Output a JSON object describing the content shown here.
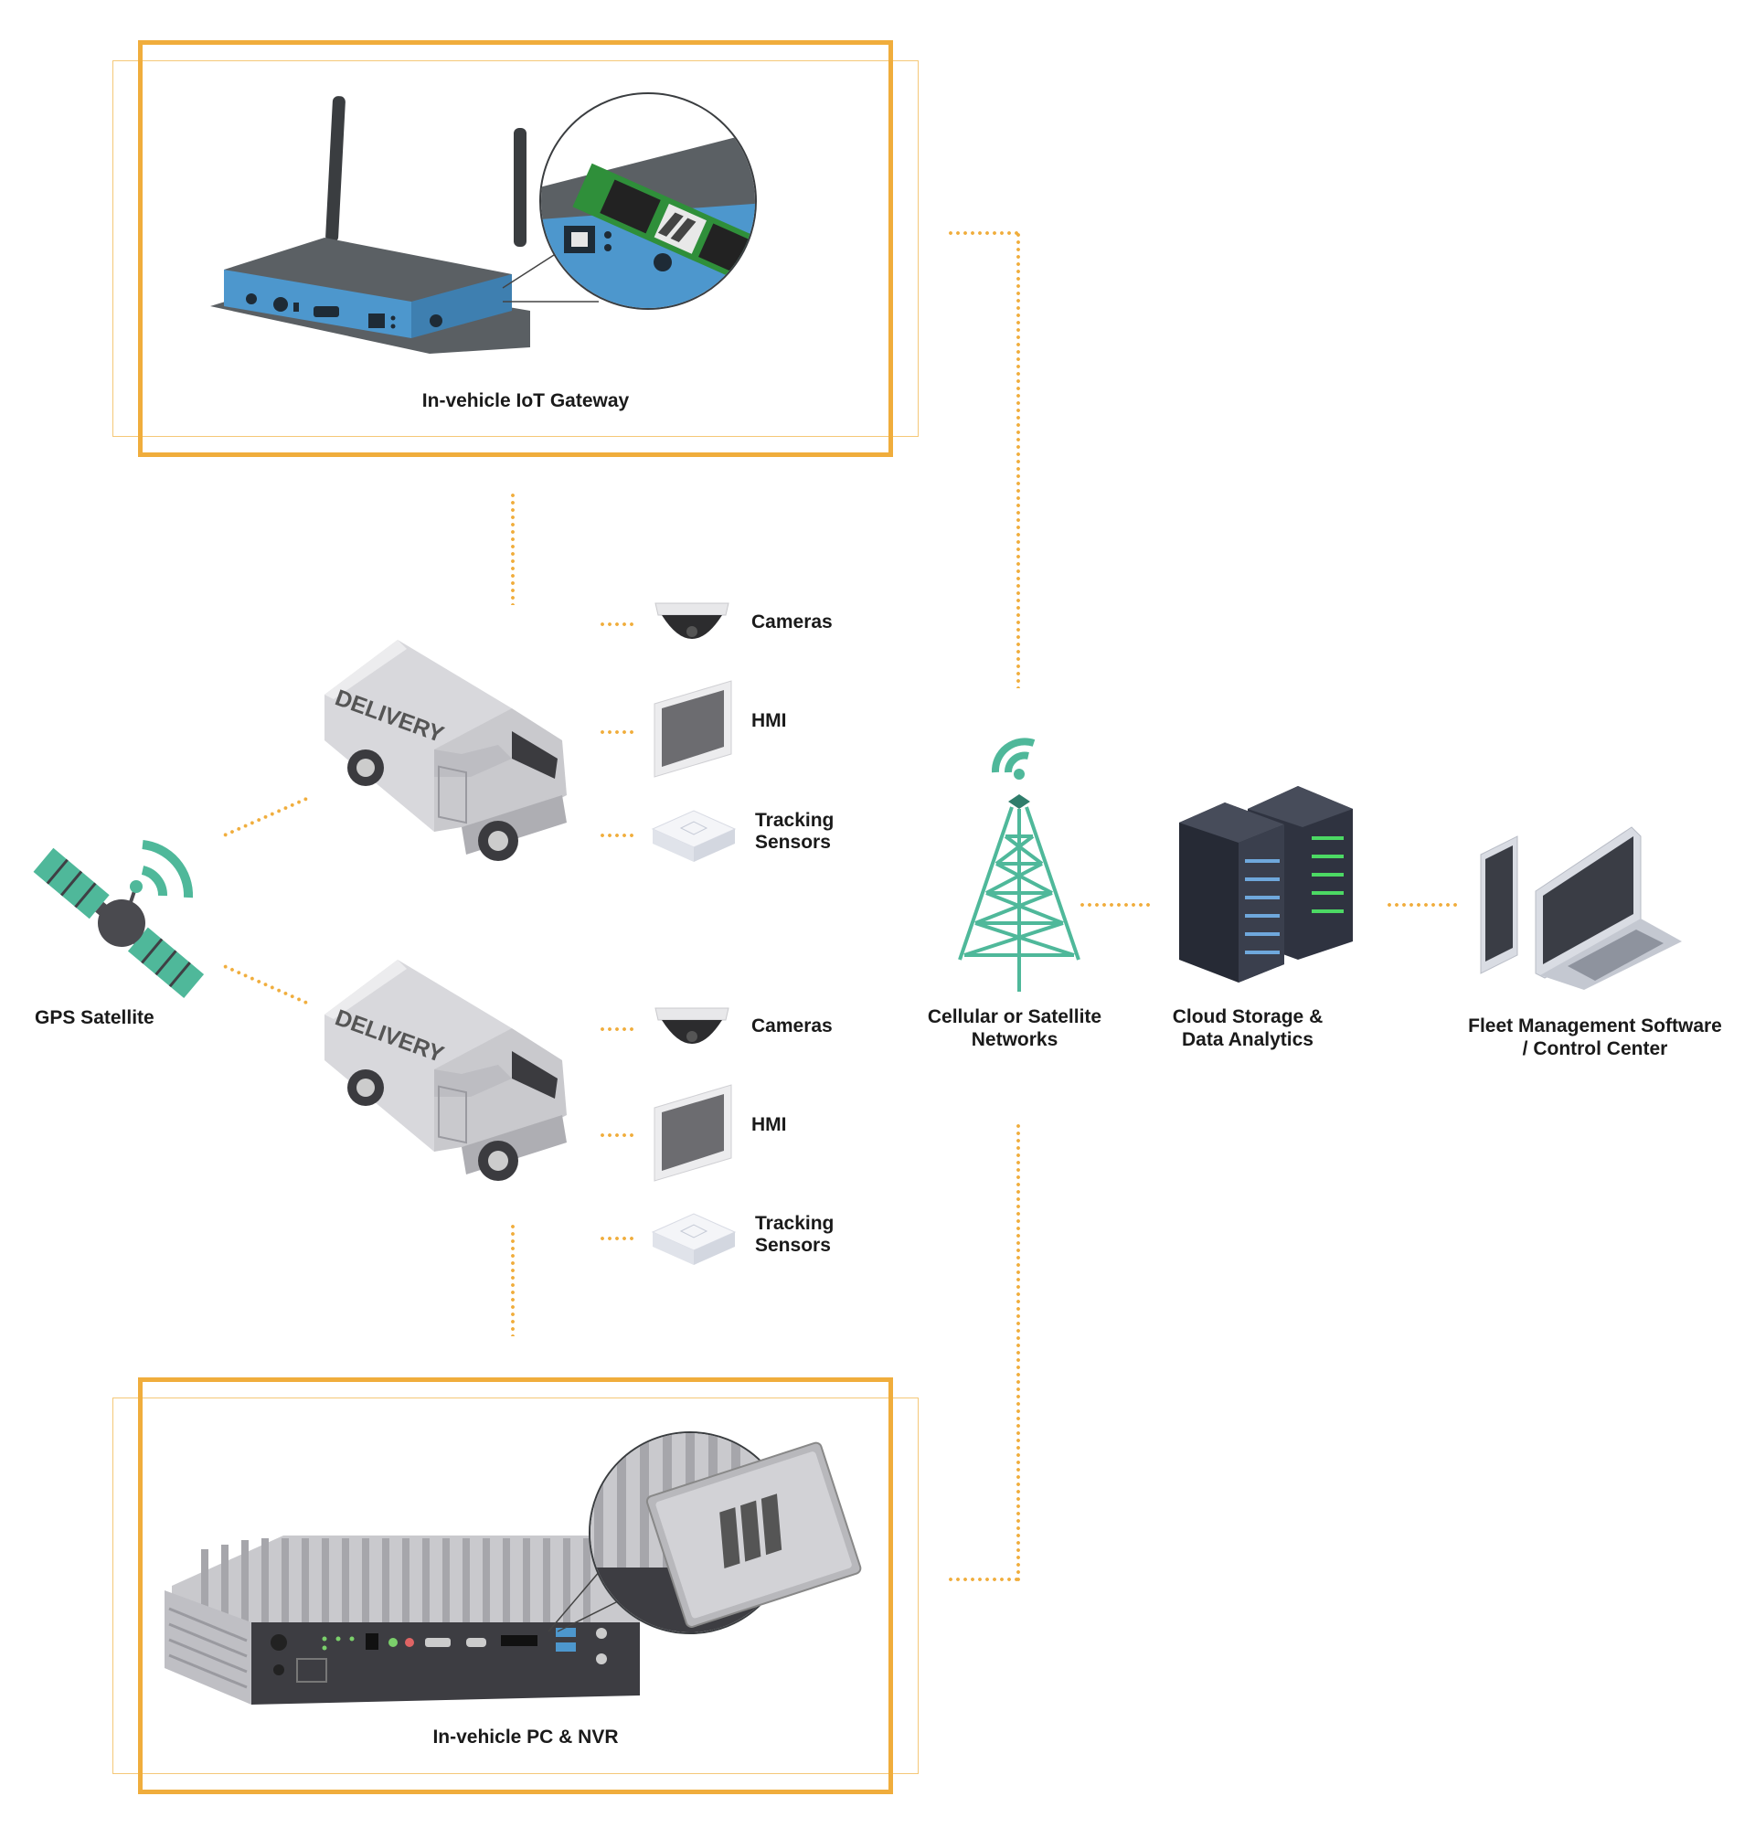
{
  "gateway": {
    "label": "In-vehicle IoT Gateway"
  },
  "pc_nvr": {
    "label": "In-vehicle PC & NVR"
  },
  "satellite": {
    "label": "GPS Satellite"
  },
  "van_top": {
    "side_text": "DELIVERY",
    "peripherals": {
      "cameras": "Cameras",
      "hmi": "HMI",
      "tracking_line1": "Tracking",
      "tracking_line2": "Sensors"
    }
  },
  "van_bottom": {
    "side_text": "DELIVERY",
    "peripherals": {
      "cameras": "Cameras",
      "hmi": "HMI",
      "tracking_line1": "Tracking",
      "tracking_line2": "Sensors"
    }
  },
  "network": {
    "line1": "Cellular or Satellite",
    "line2": "Networks"
  },
  "cloud": {
    "line1": "Cloud Storage &",
    "line2": "Data Analytics"
  },
  "fleet": {
    "line1": "Fleet Management Software",
    "line2": "/ Control Center"
  },
  "colors": {
    "frame": "#F0AD3C",
    "accent_teal": "#4FB89A",
    "device_blue": "#5A9FD4",
    "server_green": "#4CD964"
  }
}
